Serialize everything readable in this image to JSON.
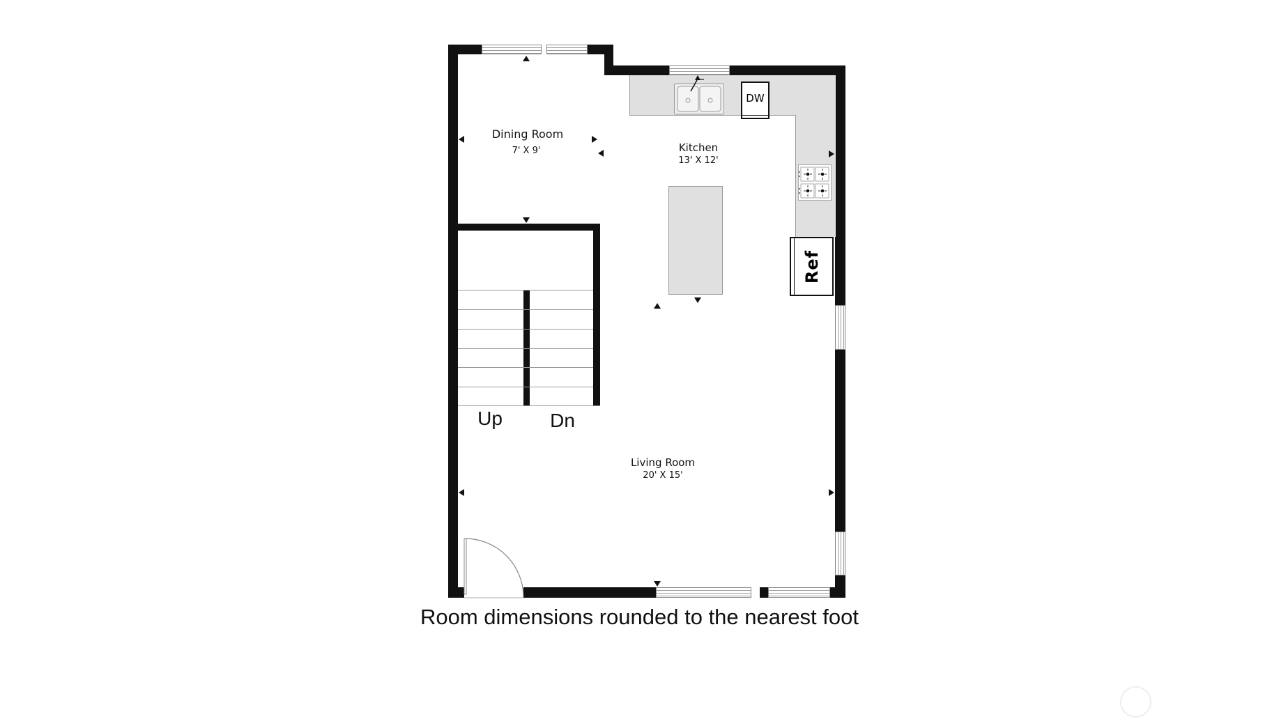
{
  "floorplan": {
    "rooms": [
      {
        "name": "Dining Room",
        "dimensions": "7' X 9'"
      },
      {
        "name": "Kitchen",
        "dimensions": "13' X 12'"
      },
      {
        "name": "Living Room",
        "dimensions": "20' X 15'"
      }
    ],
    "fixtures": {
      "dishwasher": "DW",
      "refrigerator": "Ref"
    },
    "stairs": {
      "up": "Up",
      "down": "Dn"
    },
    "caption": "Room dimensions rounded to the nearest foot"
  },
  "colors": {
    "wall": "#111111",
    "counter": "#e0e0e0",
    "background": "#ffffff"
  }
}
